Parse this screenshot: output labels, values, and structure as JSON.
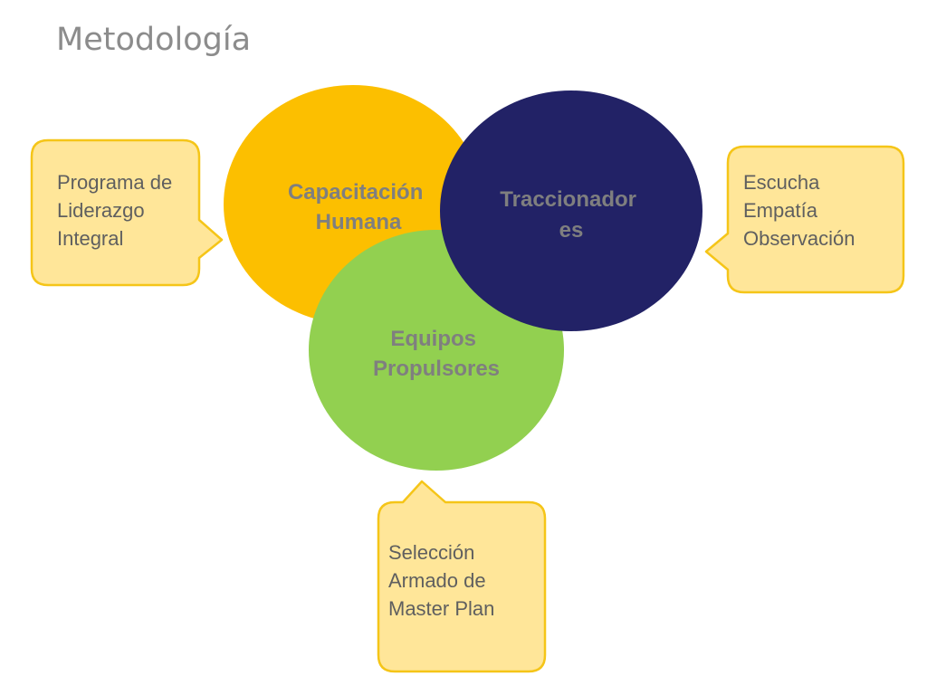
{
  "title": "Metodología",
  "colors": {
    "yellow": "#fcbf00",
    "navy": "#222266",
    "green": "#92d050",
    "bubble_fill": "#ffe699",
    "bubble_stroke": "#f5c518",
    "circle_text": "#7f7f7f",
    "bubble_text": "#5f5f5f"
  },
  "circles": [
    {
      "id": "capacitacion",
      "lines": [
        "Capacitación",
        "Humana"
      ]
    },
    {
      "id": "traccionadores",
      "lines": [
        "Traccionador",
        "es"
      ]
    },
    {
      "id": "equipos",
      "lines": [
        "Equipos",
        "Propulsores"
      ]
    }
  ],
  "callouts": [
    {
      "id": "left",
      "lines": [
        "Programa de",
        "Liderazgo",
        "Integral"
      ]
    },
    {
      "id": "right",
      "lines": [
        "Escucha",
        "Empatía",
        "Observación"
      ]
    },
    {
      "id": "bottom",
      "lines": [
        "Selección",
        "Armado de",
        "Master Plan"
      ]
    }
  ]
}
